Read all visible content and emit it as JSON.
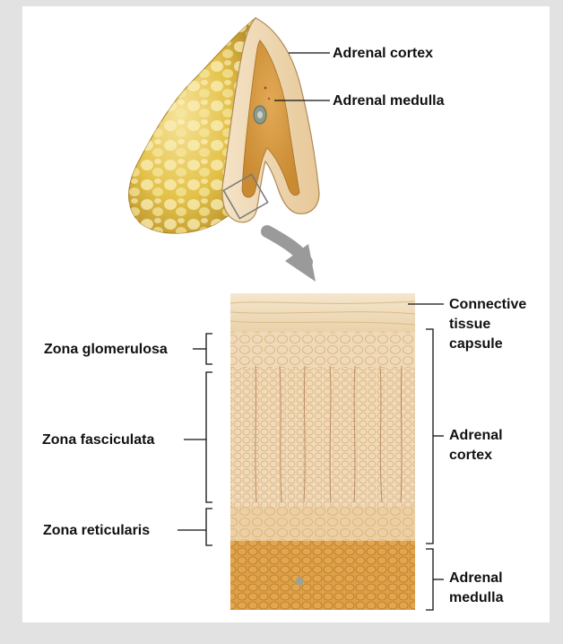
{
  "labels": {
    "adrenal_cortex_top": "Adrenal cortex",
    "adrenal_medulla_top": "Adrenal medulla",
    "connective_tissue_capsule": "Connective tissue capsule",
    "zona_glomerulosa": "Zona glomerulosa",
    "zona_fasciculata": "Zona fasciculata",
    "zona_reticularis": "Zona reticularis",
    "adrenal_cortex_section": "Adrenal cortex",
    "adrenal_medulla_section": "Adrenal medulla"
  },
  "colors": {
    "fat_yellow": "#e4c24a",
    "cortex_tan": "#e8c99a",
    "medulla_orange": "#d99a3c",
    "capsule_cream": "#f0dfc4",
    "arrow_gray": "#9a9a9a",
    "leader_line": "#111111"
  }
}
